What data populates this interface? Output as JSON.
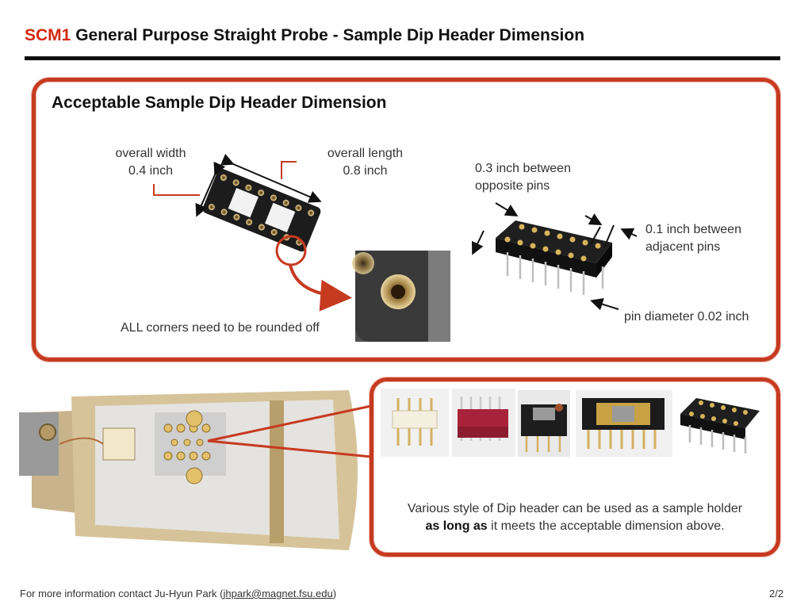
{
  "header": {
    "title_accent": "SCM1",
    "title_rest": "General Purpose Straight Probe - Sample Dip Header Dimension"
  },
  "top_panel": {
    "heading": "Acceptable Sample Dip Header Dimension",
    "overall_width": [
      "overall width",
      "0.4 inch"
    ],
    "overall_length": [
      "overall length",
      "0.8 inch"
    ],
    "opposite_pins": [
      "0.3 inch between",
      "opposite pins"
    ],
    "adjacent_pins": [
      "0.1 inch between",
      "adjacent pins"
    ],
    "pin_diameter": "pin diameter 0.02 inch",
    "corners_note": "ALL corners need to be rounded off"
  },
  "bottom_panel": {
    "line1": "Various style of Dip header can be used as a sample holder",
    "bold": "as long as",
    "line2_rest": " it meets the acceptable dimension above."
  },
  "footer": {
    "prefix": "For more information contact Ju-Hyun Park (",
    "email": "jhpark@magnet.fsu.edu",
    "suffix": ")",
    "page": "2/2"
  },
  "colors": {
    "accent_red": "#d2280f",
    "frame_red": "#c63a20"
  }
}
